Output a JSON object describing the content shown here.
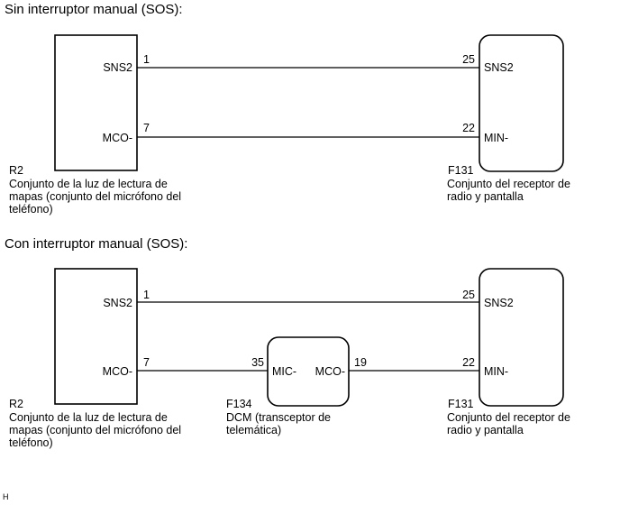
{
  "sections": [
    {
      "title": "Sin interruptor manual (SOS):",
      "left": {
        "id": "R2",
        "name_lines": [
          "Conjunto de la luz de lectura de",
          "mapas (conjunto del micrófono del",
          "teléfono)"
        ],
        "pins": [
          {
            "label": "SNS2",
            "num": "1"
          },
          {
            "label": "MCO-",
            "num": "7"
          }
        ]
      },
      "right": {
        "id": "F131",
        "name_lines": [
          "Conjunto del receptor de",
          "radio y pantalla"
        ],
        "pins": [
          {
            "label": "SNS2",
            "num": "25"
          },
          {
            "label": "MIN-",
            "num": "22"
          }
        ]
      }
    },
    {
      "title": "Con interruptor manual (SOS):",
      "left": {
        "id": "R2",
        "name_lines": [
          "Conjunto de la luz de lectura de",
          "mapas (conjunto del micrófono del",
          "teléfono)"
        ],
        "pins": [
          {
            "label": "SNS2",
            "num": "1"
          },
          {
            "label": "MCO-",
            "num": "7"
          }
        ]
      },
      "middle": {
        "id": "F134",
        "name_lines": [
          "DCM (transceptor de",
          "telemática)"
        ],
        "pins": [
          {
            "label": "MIC-",
            "num": "35"
          },
          {
            "label": "MCO-",
            "num": "19"
          }
        ]
      },
      "right": {
        "id": "F131",
        "name_lines": [
          "Conjunto del receptor de",
          "radio y pantalla"
        ],
        "pins": [
          {
            "label": "SNS2",
            "num": "25"
          },
          {
            "label": "MIN-",
            "num": "22"
          }
        ]
      }
    }
  ],
  "footer_mark": "H"
}
